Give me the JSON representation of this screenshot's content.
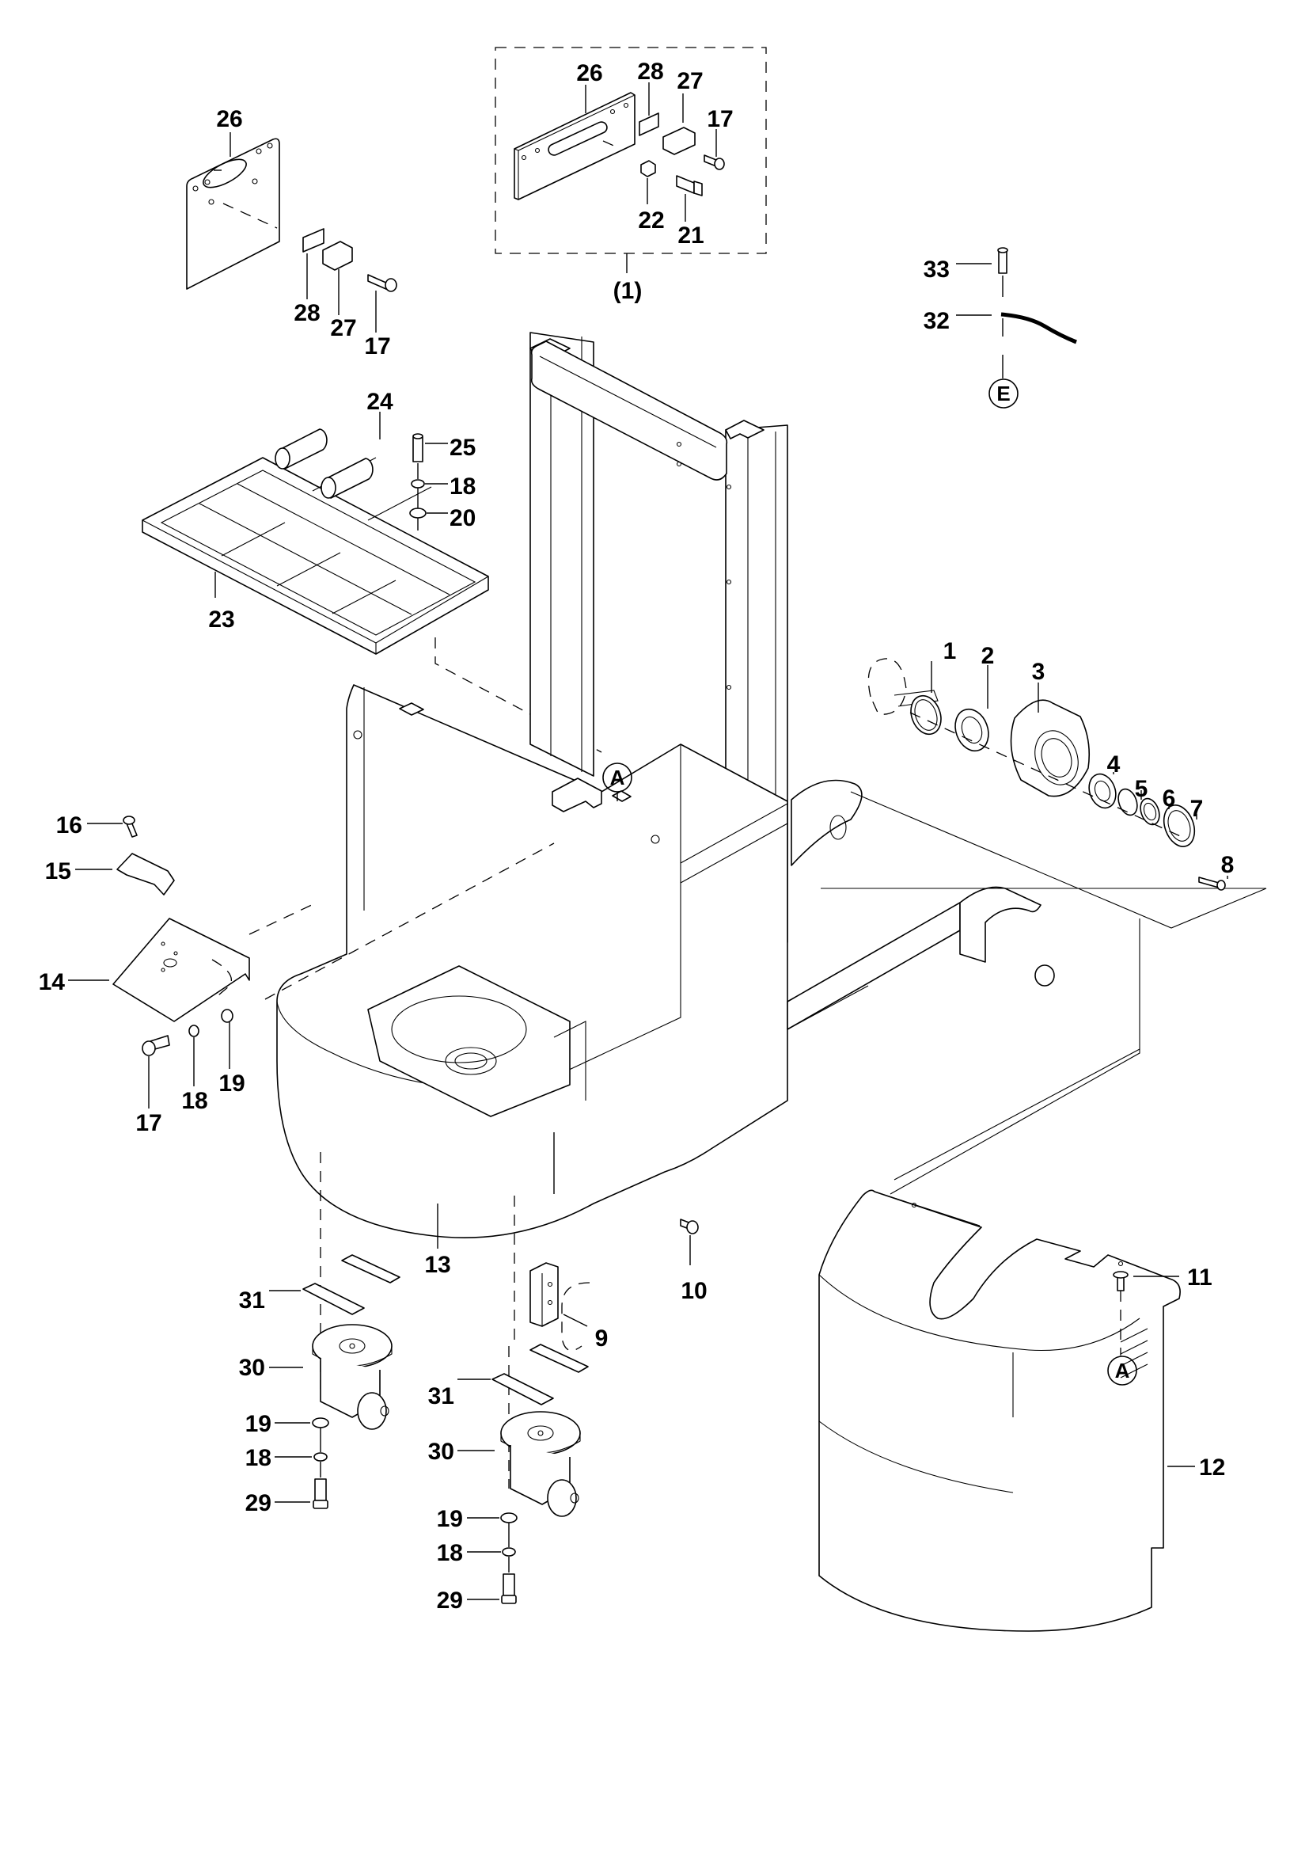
{
  "diagram": {
    "type": "exploded-parts-drawing",
    "subject": "pallet stacker chassis, drive wheel and covers",
    "ink_color": "#000000",
    "background_color": "#ffffff"
  },
  "callouts": {
    "plate_group_left": {
      "p26": "26",
      "p28": "28",
      "p27": "27",
      "p17": "17"
    },
    "kit_box": {
      "p26": "26",
      "p28": "28",
      "p27": "27",
      "p17": "17",
      "p22": "22",
      "p21": "21",
      "kit_label": "(1)"
    },
    "cable_group": {
      "p33": "33",
      "p32": "32",
      "ref_E": "E"
    },
    "tray_group": {
      "p24": "24",
      "p25": "25",
      "p18": "18",
      "p20": "20",
      "p23": "23"
    },
    "wheel_group": {
      "p1": "1",
      "p2": "2",
      "p3": "3",
      "p4": "4",
      "p5": "5",
      "p6": "6",
      "p7": "7",
      "p8": "8"
    },
    "pedal_group": {
      "p16": "16",
      "p15": "15",
      "p14": "14",
      "p17": "17",
      "p18": "18",
      "p19": "19"
    },
    "chassis": {
      "ref_A": "A",
      "p13": "13",
      "p10": "10",
      "p9": "9"
    },
    "cover": {
      "p11": "11",
      "p12": "12",
      "ref_A": "A"
    },
    "caster_left": {
      "p31": "31",
      "p30": "30",
      "p19": "19",
      "p18": "18",
      "p29": "29"
    },
    "caster_right": {
      "p31": "31",
      "p30": "30",
      "p19": "19",
      "p18": "18",
      "p29": "29"
    }
  }
}
